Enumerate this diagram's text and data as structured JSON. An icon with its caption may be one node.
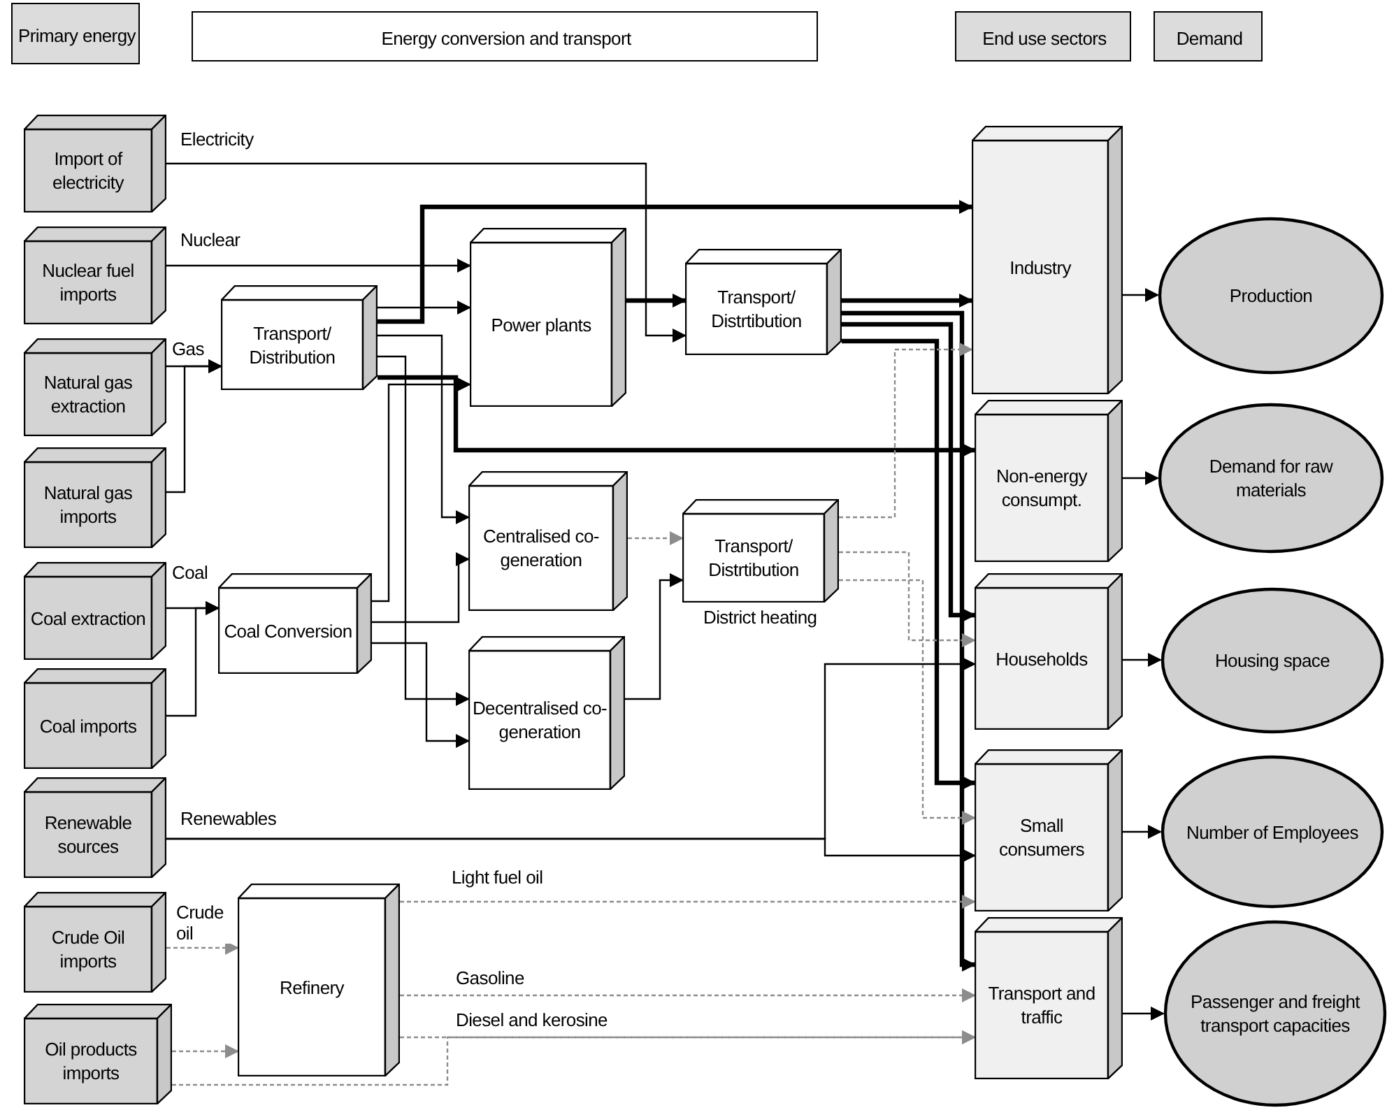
{
  "diagram": {
    "nodes": [
      {
        "text": [
          "Primary energy"
        ]
      },
      {
        "text": [
          "Energy conversion and transport"
        ]
      },
      {
        "text": [
          "End use sectors"
        ]
      },
      {
        "text": [
          "Demand"
        ]
      },
      {
        "text": [
          "Import of electricity"
        ]
      },
      {
        "text": [
          "Nuclear fuel imports"
        ]
      },
      {
        "text": [
          "Natural gas extraction"
        ]
      },
      {
        "text": [
          "Natural gas imports"
        ]
      },
      {
        "text": [
          "Coal extraction"
        ]
      },
      {
        "text": [
          "Coal imports"
        ]
      },
      {
        "text": [
          "Renewable sources"
        ]
      },
      {
        "text": [
          "Crude Oil imports"
        ]
      },
      {
        "text": [
          "Oil products imports"
        ]
      },
      {
        "text": [
          "Transport/ Distribution"
        ]
      },
      {
        "text": [
          "Coal Conversion"
        ]
      },
      {
        "text": [
          "Refinery"
        ]
      },
      {
        "text": [
          "Power plants"
        ]
      },
      {
        "text": [
          "Centralised co-generation"
        ]
      },
      {
        "text": [
          "Decentralised co-generation"
        ]
      },
      {
        "text": [
          "Transport/ Distrtibution"
        ]
      },
      {
        "text": [
          "Transport/ Distrtibution"
        ]
      },
      {
        "text": [
          "Industry"
        ]
      },
      {
        "text": [
          "Non-energy consumpt."
        ]
      },
      {
        "text": [
          "Households"
        ]
      },
      {
        "text": [
          "Small consumers"
        ]
      },
      {
        "text": [
          "Transport and traffic"
        ]
      },
      {
        "text": [
          "Production"
        ]
      },
      {
        "text": [
          "Demand for raw materials"
        ]
      },
      {
        "text": [
          "Housing space"
        ]
      },
      {
        "text": [
          "Number of Employees"
        ]
      },
      {
        "text": [
          "Passenger and freight transport capacities"
        ]
      }
    ],
    "edges": [
      {
        "from": 4,
        "to": 19,
        "arrow": "to",
        "label": "Electricity"
      },
      {
        "from": 5,
        "to": 16,
        "arrow": "to",
        "label": "Nuclear"
      },
      {
        "from": 6,
        "to": 13,
        "arrow": "to",
        "label": "Gas"
      },
      {
        "from": 7,
        "to": 13,
        "arrow": "to"
      },
      {
        "from": 13,
        "to": 16,
        "arrow": "to"
      },
      {
        "from": 13,
        "to": 17,
        "arrow": "to"
      },
      {
        "from": 13,
        "to": 18,
        "arrow": "to"
      },
      {
        "from": 13,
        "to": 21,
        "arrow": "to",
        "style": "thick"
      },
      {
        "from": 13,
        "to": 22,
        "arrow": "to",
        "style": "thick"
      },
      {
        "from": 8,
        "to": 14,
        "arrow": "to",
        "label": "Coal"
      },
      {
        "from": 9,
        "to": 14,
        "arrow": "to"
      },
      {
        "from": 14,
        "to": 16,
        "arrow": "to"
      },
      {
        "from": 14,
        "to": 17,
        "arrow": "to"
      },
      {
        "from": 14,
        "to": 18,
        "arrow": "to"
      },
      {
        "from": 16,
        "to": 19,
        "arrow": "to",
        "style": "thick"
      },
      {
        "from": 17,
        "to": 20,
        "arrow": "to",
        "style": "dashed",
        "color": "#8c8c8c"
      },
      {
        "from": 18,
        "to": 20,
        "arrow": "to",
        "label": "District heating"
      },
      {
        "from": 19,
        "to": 21,
        "arrow": "to",
        "style": "thick"
      },
      {
        "from": 19,
        "to": 23,
        "arrow": "to",
        "style": "thick"
      },
      {
        "from": 19,
        "to": 24,
        "arrow": "to",
        "style": "thick"
      },
      {
        "from": 19,
        "to": 25,
        "arrow": "to",
        "style": "thick"
      },
      {
        "from": 20,
        "to": 21,
        "arrow": "to",
        "style": "dashed",
        "color": "#8c8c8c"
      },
      {
        "from": 20,
        "to": 23,
        "arrow": "to",
        "style": "dashed",
        "color": "#8c8c8c"
      },
      {
        "from": 20,
        "to": 24,
        "arrow": "to",
        "style": "dashed",
        "color": "#8c8c8c"
      },
      {
        "from": 10,
        "to": 23,
        "arrow": "to",
        "label": "Renewables"
      },
      {
        "from": 10,
        "to": 24,
        "arrow": "to"
      },
      {
        "from": 11,
        "to": 15,
        "arrow": "to",
        "label": "Crude oil",
        "style": "dashed",
        "color": "#8c8c8c"
      },
      {
        "from": 12,
        "to": 15,
        "arrow": "to",
        "style": "dashed",
        "color": "#8c8c8c"
      },
      {
        "from": 15,
        "to": 24,
        "arrow": "to",
        "label": "Light fuel oil",
        "style": "dashed",
        "color": "#8c8c8c"
      },
      {
        "from": 15,
        "to": 25,
        "arrow": "to",
        "label": "Gasoline",
        "style": "dashed",
        "color": "#8c8c8c"
      },
      {
        "from": 15,
        "to": 25,
        "arrow": "to",
        "label": "Diesel and kerosine",
        "style": "dashed",
        "color": "#8c8c8c"
      },
      {
        "from": 12,
        "to": 25,
        "arrow": "to",
        "style": "dashed",
        "color": "#8c8c8c"
      },
      {
        "from": 21,
        "to": 26,
        "arrow": "to"
      },
      {
        "from": 22,
        "to": 27,
        "arrow": "to"
      },
      {
        "from": 23,
        "to": 28,
        "arrow": "to"
      },
      {
        "from": 24,
        "to": 29,
        "arrow": "to"
      },
      {
        "from": 25,
        "to": 30,
        "arrow": "to"
      }
    ]
  }
}
